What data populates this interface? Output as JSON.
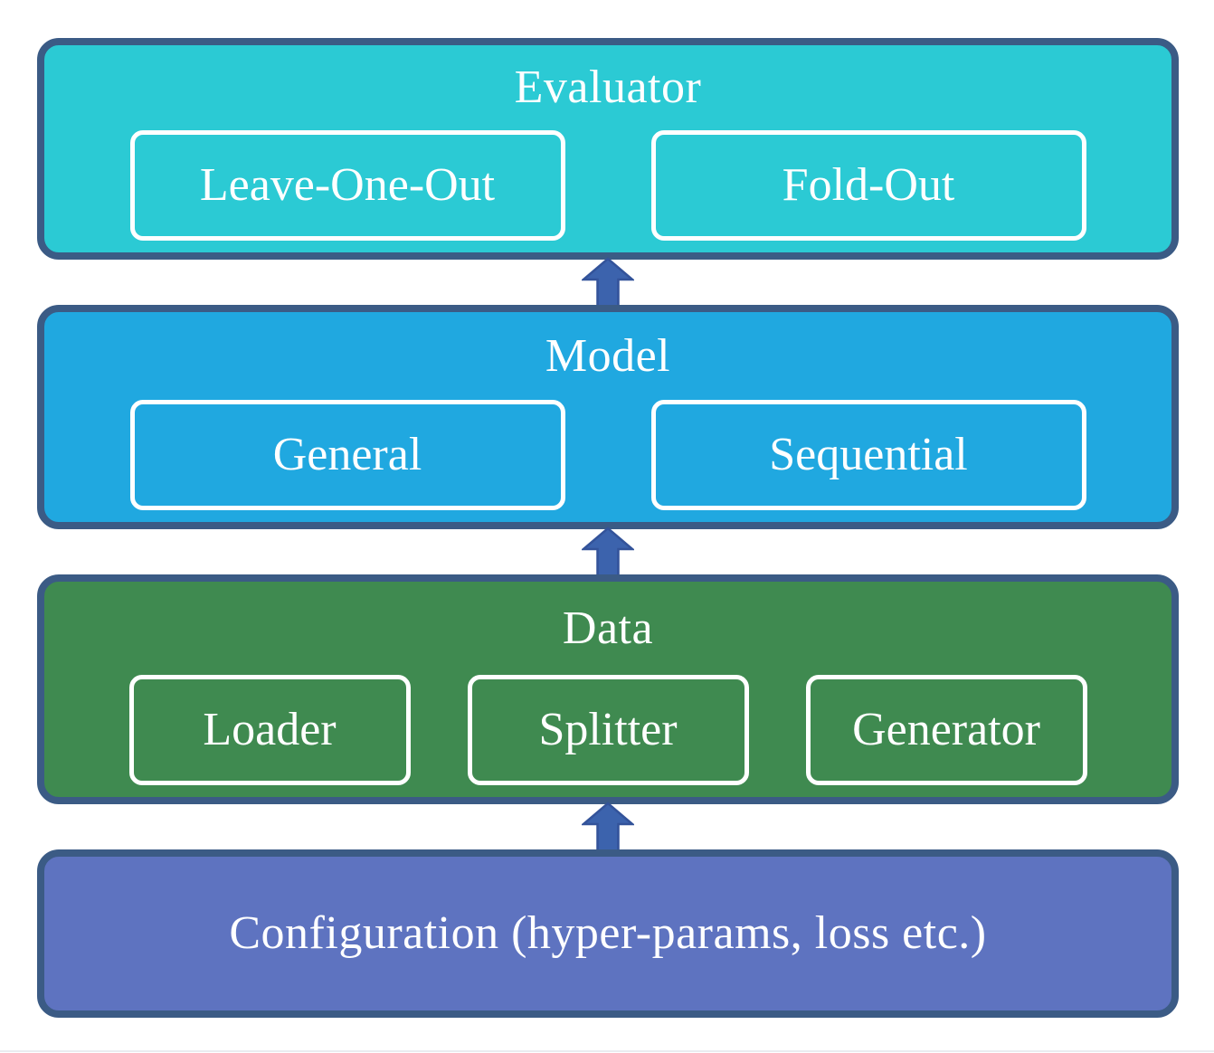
{
  "diagram": {
    "layers": [
      {
        "id": "evaluator",
        "title": "Evaluator",
        "color": "#2BCAD4",
        "children": [
          {
            "label": "Leave-One-Out"
          },
          {
            "label": "Fold-Out"
          }
        ]
      },
      {
        "id": "model",
        "title": "Model",
        "color": "#20A8E0",
        "children": [
          {
            "label": "General"
          },
          {
            "label": "Sequential"
          }
        ]
      },
      {
        "id": "data",
        "title": "Data",
        "color": "#3F8A50",
        "children": [
          {
            "label": "Loader"
          },
          {
            "label": "Splitter"
          },
          {
            "label": "Generator"
          }
        ]
      },
      {
        "id": "configuration",
        "title": "Configuration (hyper-params, loss etc.)",
        "color": "#5E73C0",
        "children": []
      }
    ],
    "arrows": [
      {
        "from": "model",
        "to": "evaluator",
        "direction": "up"
      },
      {
        "from": "data",
        "to": "model",
        "direction": "up"
      },
      {
        "from": "configuration",
        "to": "data",
        "direction": "up"
      }
    ],
    "colors": {
      "border": "#3B5B85",
      "arrow_fill": "#3C63AD",
      "arrow_stroke": "#33539A",
      "text": "#FFFFFF",
      "background": "#FFFFFF"
    }
  }
}
